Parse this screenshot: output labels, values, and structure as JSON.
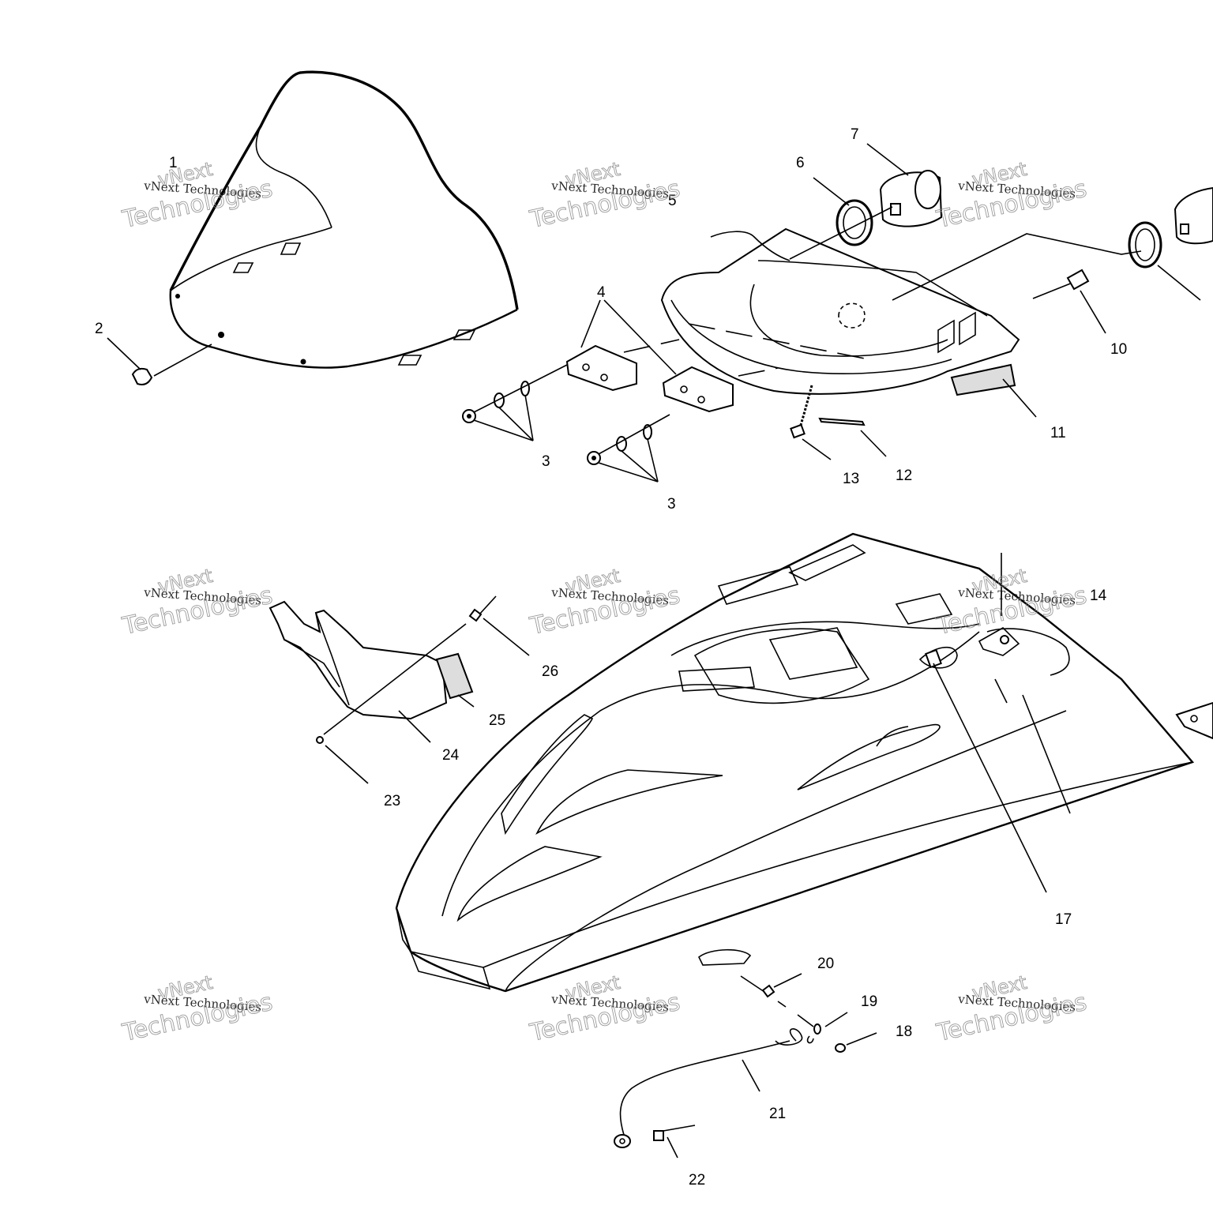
{
  "part_labels": [
    {
      "id": "1",
      "text": "1"
    },
    {
      "id": "2",
      "text": "2"
    },
    {
      "id": "3a",
      "text": "3"
    },
    {
      "id": "3b",
      "text": "3"
    },
    {
      "id": "4",
      "text": "4"
    },
    {
      "id": "5",
      "text": "5"
    },
    {
      "id": "6",
      "text": "6"
    },
    {
      "id": "7",
      "text": "7"
    },
    {
      "id": "10",
      "text": "10"
    },
    {
      "id": "11",
      "text": "11"
    },
    {
      "id": "12",
      "text": "12"
    },
    {
      "id": "13",
      "text": "13"
    },
    {
      "id": "14",
      "text": "14"
    },
    {
      "id": "17",
      "text": "17"
    },
    {
      "id": "18",
      "text": "18"
    },
    {
      "id": "19",
      "text": "19"
    },
    {
      "id": "20",
      "text": "20"
    },
    {
      "id": "21",
      "text": "21"
    },
    {
      "id": "22",
      "text": "22"
    },
    {
      "id": "23",
      "text": "23"
    },
    {
      "id": "24",
      "text": "24"
    },
    {
      "id": "25",
      "text": "25"
    },
    {
      "id": "26",
      "text": "26"
    }
  ],
  "watermark": {
    "brand": "vNext",
    "line": "vNext Technologies",
    "word": "Technologies"
  }
}
